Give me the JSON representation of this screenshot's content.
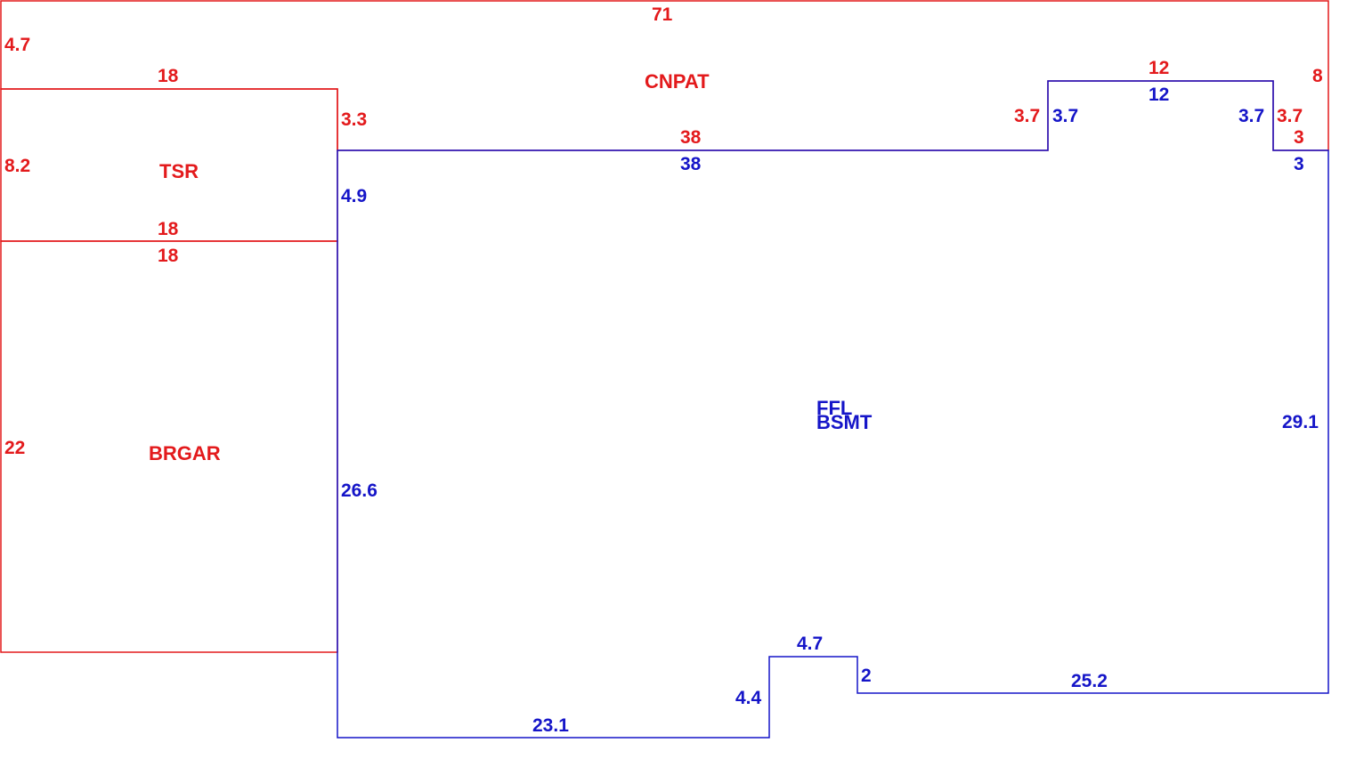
{
  "colors": {
    "exterior": "#e31a1c",
    "main": "#1515c8",
    "background": "#ffffff"
  },
  "areas": {
    "cnpat": "CNPAT",
    "tsr": "TSR",
    "brgar": "BRGAR",
    "ffl": "FFL",
    "bsmt": "BSMT"
  },
  "dims": {
    "cnpat_top": "71",
    "cnpat_left": "4.7",
    "cnpat_right": "8",
    "cnpat_step_left": "3.3",
    "cnpat_bottom_38": "38",
    "cnpat_bump_left": "3.7",
    "cnpat_bump_top": "12",
    "cnpat_bump_right": "3.7",
    "cnpat_bottom_3": "3",
    "tsr_top": "18",
    "tsr_left": "8.2",
    "tsr_bottom": "18",
    "brgar_top": "18",
    "brgar_left": "22",
    "main_top_38": "38",
    "main_bump_left": "3.7",
    "main_bump_top": "12",
    "main_bump_right": "3.7",
    "main_top_3": "3",
    "main_left_upper": "4.9",
    "main_left_lower": "26.6",
    "main_right": "29.1",
    "main_bottom_left": "23.1",
    "main_notch_left": "4.4",
    "main_notch_top": "4.7",
    "main_notch_right": "2",
    "main_bottom_right": "25.2"
  }
}
